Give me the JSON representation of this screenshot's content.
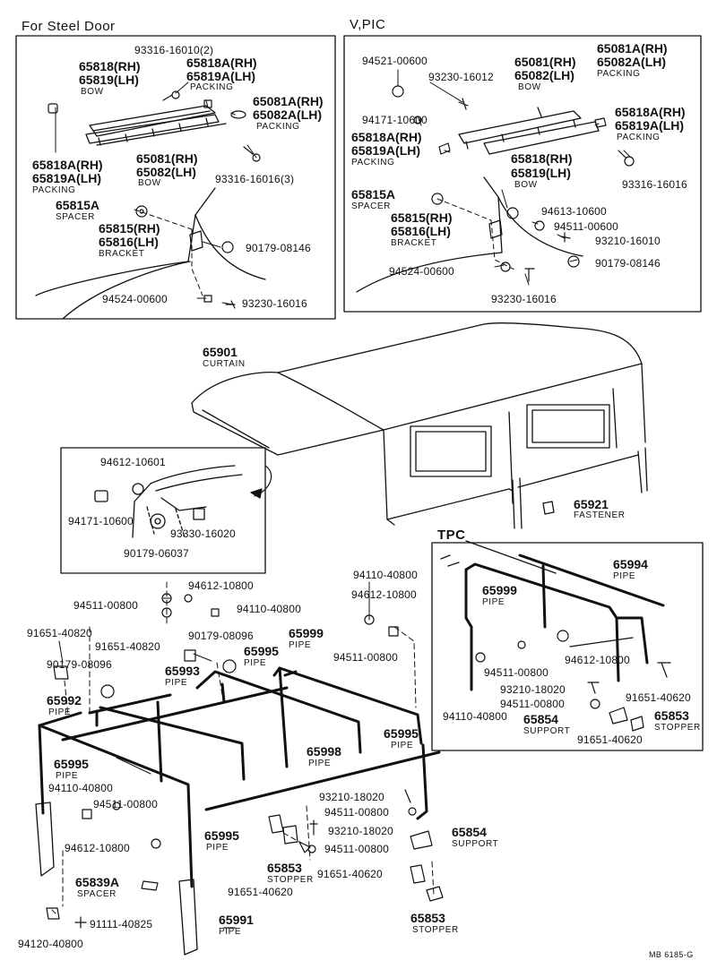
{
  "colors": {
    "ink": "#111111",
    "paper": "#ffffff"
  },
  "sections": {
    "steel_door": "For Steel Door",
    "vpic": "V,PIC",
    "tpc": "TPC"
  },
  "catalog_code": "MB 6185-G",
  "steel_door_parts": {
    "bolt_top": "93316-16010(2)",
    "bow_a1": "65818(RH)",
    "bow_a2": "65819(LH)",
    "bow_a_desc": "BOW",
    "pack_top1": "65818A(RH)",
    "pack_top2": "65819A(LH)",
    "pack_top_desc": "PACKING",
    "pack_side1": "65081A(RH)",
    "pack_side2": "65082A(LH)",
    "pack_side_desc": "PACKING",
    "pack_left1": "65818A(RH)",
    "pack_left2": "65819A(LH)",
    "pack_left_desc": "PACKING",
    "bow_b1": "65081(RH)",
    "bow_b2": "65082(LH)",
    "bow_b_desc": "BOW",
    "bolt_right": "93316-16016(3)",
    "spacer": "65815A",
    "spacer_desc": "SPACER",
    "bracket1": "65815(RH)",
    "bracket2": "65816(LH)",
    "bracket_desc": "BRACKET",
    "nut_right": "90179-08146",
    "washer": "94524-00600",
    "bolt_bottom": "93230-16016"
  },
  "vpic_parts": {
    "washer_top": "94521-00600",
    "bolt_top": "93230-16012",
    "bow1": "65081(RH)",
    "bow2": "65082(LH)",
    "bow_desc": "BOW",
    "pack1": "65081A(RH)",
    "pack2": "65082A(LH)",
    "pack_desc": "PACKING",
    "nut_left": "94171-10600",
    "pack_right1": "65818A(RH)",
    "pack_right2": "65819A(LH)",
    "pack_right_desc": "PACKING",
    "pack_left1": "65818A(RH)",
    "pack_left2": "65819A(LH)",
    "pack_left_desc": "PACKING",
    "bow_mid1": "65818(RH)",
    "bow_mid2": "65819(LH)",
    "bow_mid_desc": "BOW",
    "bolt_right": "93316-16016",
    "spacer": "65815A",
    "spacer_desc": "SPACER",
    "nut_mid": "94613-10600",
    "bracket1": "65815(RH)",
    "bracket2": "65816(LH)",
    "bracket_desc": "BRACKET",
    "washer_mid": "94511-00600",
    "bolt_mid": "93210-16010",
    "nut_right": "90179-08146",
    "washer_bottom": "94524-00600",
    "bolt_bottom": "93230-16016"
  },
  "curtain": {
    "num": "65901",
    "desc": "CURTAIN",
    "fastener_num": "65921",
    "fastener_desc": "FASTENER"
  },
  "detail": {
    "nut_top": "94612-10601",
    "nut_left": "94171-10600",
    "bolt_right": "93330-16020",
    "nut_bottom": "90179-06037"
  },
  "tpc_parts": {
    "pipe_right": "65994",
    "pipe_right_desc": "PIPE",
    "pipe_left": "65999",
    "pipe_left_desc": "PIPE",
    "washer_a": "94511-00800",
    "nut_a": "94612-10800",
    "bolt_a": "93210-18020",
    "washer_b": "94511-00800",
    "nut_b": "94110-40800",
    "support": "65854",
    "support_desc": "SUPPORT",
    "bolt_right": "91651-40620",
    "stopper": "65853",
    "stopper_desc": "STOPPER",
    "bolt_bottom": "91651-40620"
  },
  "frame_parts": {
    "nut_top": "94110-40800",
    "nut_a": "94612-10800",
    "nut_b": "94612-10800",
    "washer_a": "94511-00800",
    "nut_c": "94110-40800",
    "washer_b": "94511-00800",
    "bolt_a": "91651-40820",
    "bolt_b": "91651-40820",
    "nut_d": "90179-08096",
    "nut_e": "90179-08096",
    "pipe_95a": "65995",
    "pipe_95a_desc": "PIPE",
    "pipe_99": "65999",
    "pipe_99_desc": "PIPE",
    "pipe_93": "65993",
    "pipe_93_desc": "PIPE",
    "pipe_92": "65992",
    "pipe_92_desc": "PIPE",
    "pipe_95b": "65995",
    "pipe_95b_desc": "PIPE",
    "pipe_98": "65998",
    "pipe_98_desc": "PIPE",
    "pipe_95c": "65995",
    "pipe_95c_desc": "PIPE",
    "nut_f": "94110-40800",
    "washer_c": "94511-00800",
    "nut_g": "94612-10800",
    "spacer": "65839A",
    "spacer_desc": "SPACER",
    "bolt_c": "91111-40825",
    "nut_h": "94120-40800",
    "pipe_91": "65991",
    "pipe_91_desc": "PIPE",
    "pipe_95d": "65995",
    "pipe_95d_desc": "PIPE",
    "stopper": "65853",
    "stopper_desc": "STOPPER",
    "bolt_d": "91651-40620",
    "bolt_e": "93210-18020",
    "washer_d": "94511-00800",
    "bolt_f": "93210-18020",
    "washer_e": "94511-00800",
    "support": "65854",
    "support_desc": "SUPPORT",
    "bolt_g": "91651-40620",
    "stopper2": "65853",
    "stopper2_desc": "STOPPER"
  }
}
